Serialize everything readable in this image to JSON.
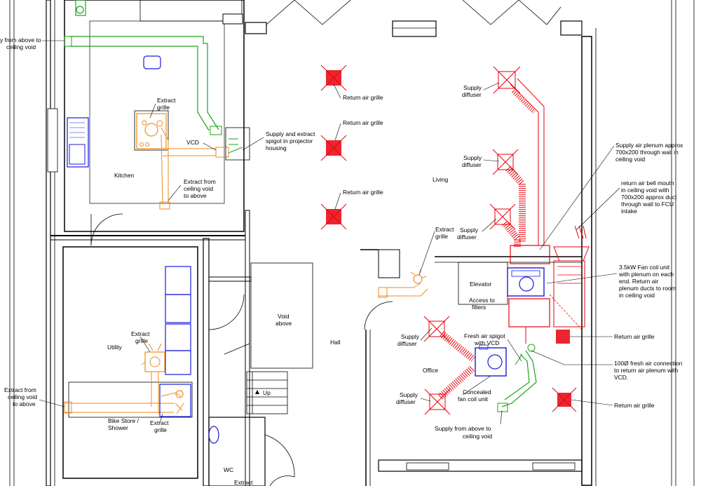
{
  "rooms": {
    "kitchen": "Kitchen",
    "living": "Living",
    "utility": "Utility",
    "hall": "Hall",
    "void": [
      "Void",
      "above"
    ],
    "office": "Office",
    "elevator": "Elevator",
    "bike_store": [
      "Bike Store /",
      "Shower"
    ],
    "wc": "WC",
    "access": [
      "Access to",
      "filters"
    ],
    "up": "Up"
  },
  "annotations": {
    "supply_from_above_top": [
      "y from above to",
      "ceiling void"
    ],
    "extract_grille_kitchen": [
      "Extract",
      "grille"
    ],
    "vcd": "VCD",
    "supply_extract_spigot": [
      "Supply and extract",
      "spigot in projector",
      "housing"
    ],
    "extract_from_void_kitchen": [
      "Extract from",
      "ceiling void",
      "to above"
    ],
    "return_grille_1": "Return air grille",
    "return_grille_2": "Return air grille",
    "return_grille_3": "Return air grille",
    "supply_diffuser_1": [
      "Supply",
      "diffuser"
    ],
    "supply_diffuser_2": [
      "Supply",
      "diffuser"
    ],
    "supply_diffuser_3": [
      "Supply",
      "diffuser"
    ],
    "supply_plenum": [
      "Supply air plenum approx",
      "700x200 through wall in",
      "ceiling void"
    ],
    "return_bell_mouth": [
      "return air bell mouth",
      "in ceiling void with",
      "700x200 approx duct",
      "through wall to FCU",
      "intake"
    ],
    "extract_grille_hall": [
      "Extract",
      "grille"
    ],
    "fan_coil": [
      "3.5kW Fan coil unit",
      "with plenum on each",
      "end. Return air",
      "plenum ducts to room",
      "in ceiling void"
    ],
    "return_grille_4": "Return air grille",
    "fresh_air_spigot": [
      "Fresh air spigot",
      "with VCD"
    ],
    "fresh_air_connection": [
      "100Ø fresh air connection",
      "to return air plenum with",
      "VCD."
    ],
    "supply_diffuser_office_1": [
      "Supply",
      "diffuser"
    ],
    "supply_diffuser_office_2": [
      "Supply",
      "diffuser"
    ],
    "concealed_fcu": [
      "Concealed",
      "fan coil unit"
    ],
    "return_grille_5": "Return air grille",
    "supply_from_above_bottom": [
      "Supply from above to",
      "ceiling void"
    ],
    "extract_grille_utility": [
      "Extract",
      "grille"
    ],
    "extract_from_void_utility": [
      "Extract from",
      "ceiling void",
      "to above"
    ],
    "extract_grille_bike": [
      "Extract",
      "grille"
    ],
    "extract_bottom": "Extract"
  },
  "colors": {
    "supply": "#e8000b",
    "extract": "#f08a1c",
    "fresh": "#1aa51a",
    "equipment": "#1a1adc",
    "walls": "#000000"
  }
}
